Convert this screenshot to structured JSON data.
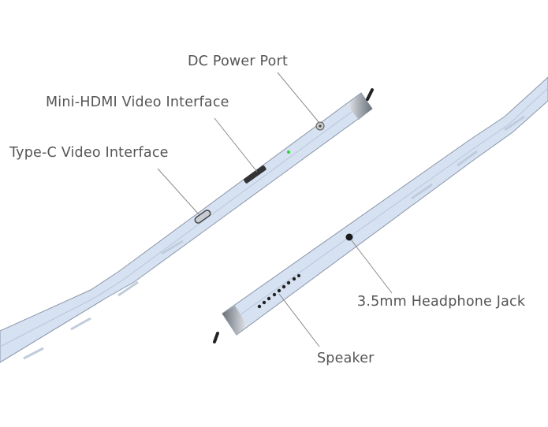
{
  "callouts": {
    "dc_power": "DC Power Port",
    "mini_hdmi": "Mini-HDMI Video Interface",
    "type_c": "Type-C Video Interface",
    "headphone": "3.5mm Headphone Jack",
    "speaker": "Speaker"
  },
  "colors": {
    "body": "#d6e2f2",
    "edge": "#8a96a8",
    "led": "#22dd22",
    "label": "#555555",
    "leader": "#888888"
  }
}
